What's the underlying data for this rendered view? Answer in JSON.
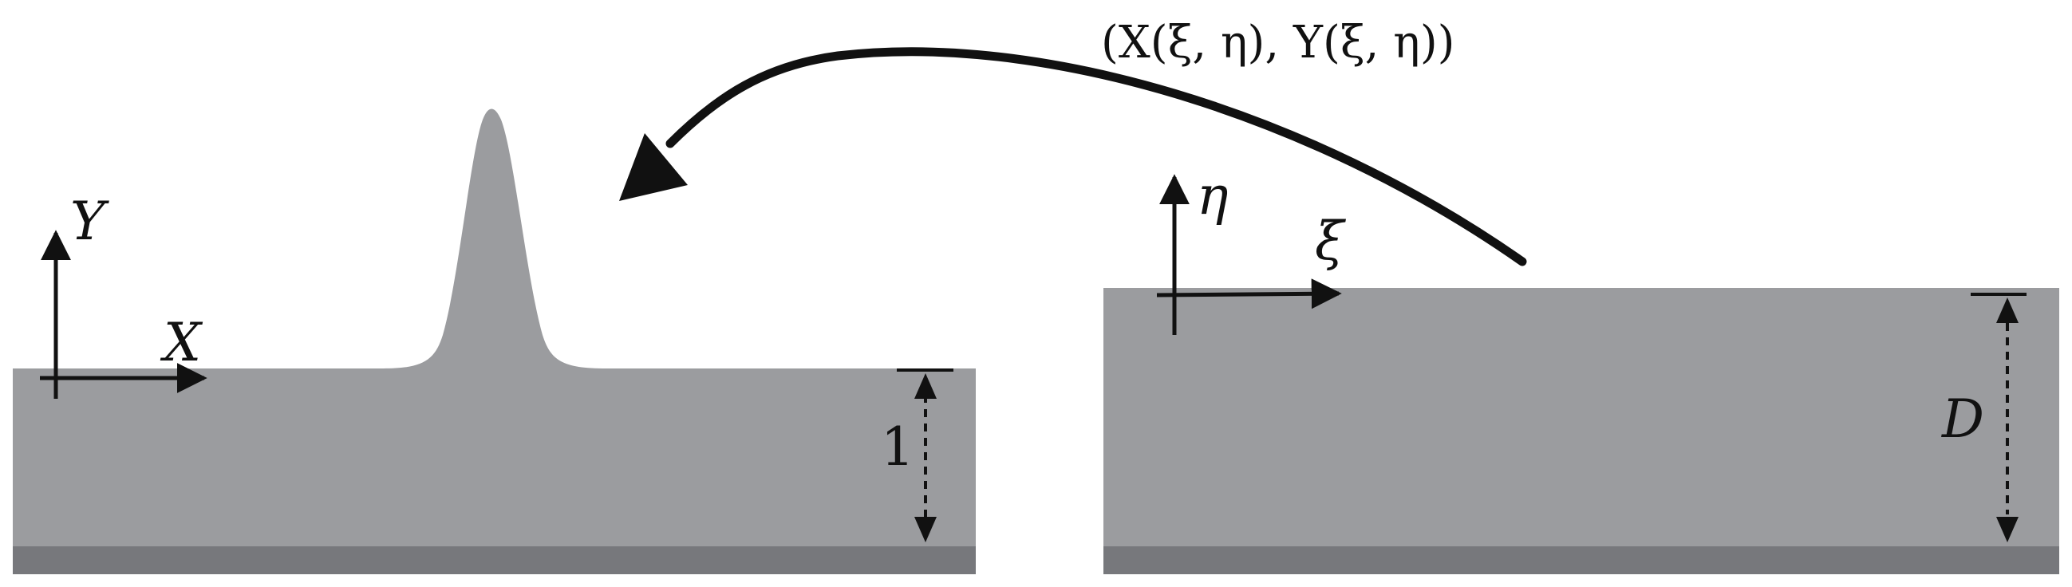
{
  "colors": {
    "fluid": "#9b9c9f",
    "bed": "#77787c",
    "ink": "#111111",
    "background": "#ffffff"
  },
  "physical_domain": {
    "axis_x_label": "X",
    "axis_y_label": "Y",
    "depth_label": "1"
  },
  "computational_domain": {
    "axis_xi_label": "ξ",
    "axis_eta_label": "η",
    "depth_label": "D"
  },
  "mapping": {
    "label": "(X(ξ, η), Y(ξ, η))"
  }
}
